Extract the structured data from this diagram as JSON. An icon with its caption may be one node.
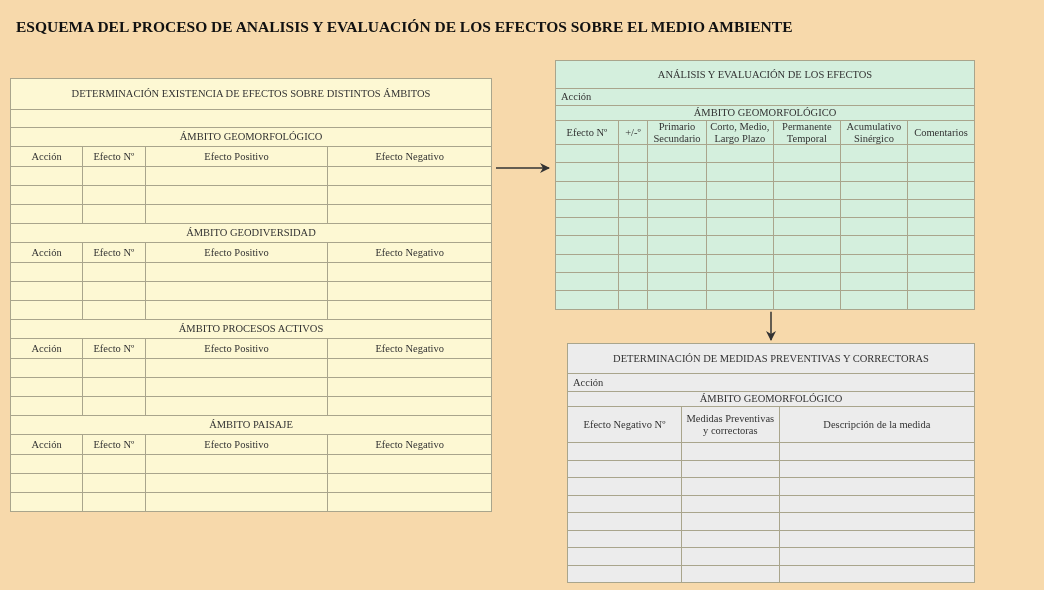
{
  "diagram": {
    "title": "ESQUEMA DEL PROCESO DE ANALISIS Y EVALUACIÓN DE LOS EFECTOS SOBRE EL MEDIO AMBIENTE",
    "nodes": [
      {
        "text": [
          "DETERMINACIÓN EXISTENCIA DE EFECTOS SOBRE DISTINTOS ÁMBITOS",
          "ÁMBITO GEOMORFOLÓGICO",
          "Acción",
          "Efecto Nº",
          "Efecto Positivo",
          "Efecto Negativo",
          "ÁMBITO GEODIVERSIDAD",
          "Acción",
          "Efecto Nº",
          "Efecto Positivo",
          "Efecto Negativo",
          "ÁMBITO PROCESOS ACTIVOS",
          "Acción",
          "Efecto Nº",
          "Efecto Positivo",
          "Efecto Negativo",
          "ÁMBITO PAISAJE",
          "Acción",
          "Efecto Nº",
          "Efecto Positivo",
          "Efecto Negativo"
        ]
      },
      {
        "text": [
          "ANÁLISIS Y EVALUACIÓN DE LOS EFECTOS",
          "Acción",
          "ÁMBITO GEOMORFOLÓGICO",
          "Efecto Nº",
          "+/-º",
          "Primario Secundario",
          "Corto, Medio, Largo Plazo",
          "Permanente Temporal",
          "Acumulativo Sinérgico",
          "Comentarios"
        ]
      },
      {
        "text": [
          "DETERMINACIÓN DE MEDIDAS PREVENTIVAS Y CORRECTORAS",
          "Acción",
          "ÁMBITO GEOMORFOLÓGICO",
          "Efecto Negativo Nº",
          "Medidas Preventivas y correctoras",
          "Descripción de la medida"
        ]
      }
    ],
    "edges": [
      {
        "from": 0,
        "to": 1,
        "arrow": "to"
      },
      {
        "from": 1,
        "to": 2,
        "arrow": "to"
      }
    ]
  }
}
